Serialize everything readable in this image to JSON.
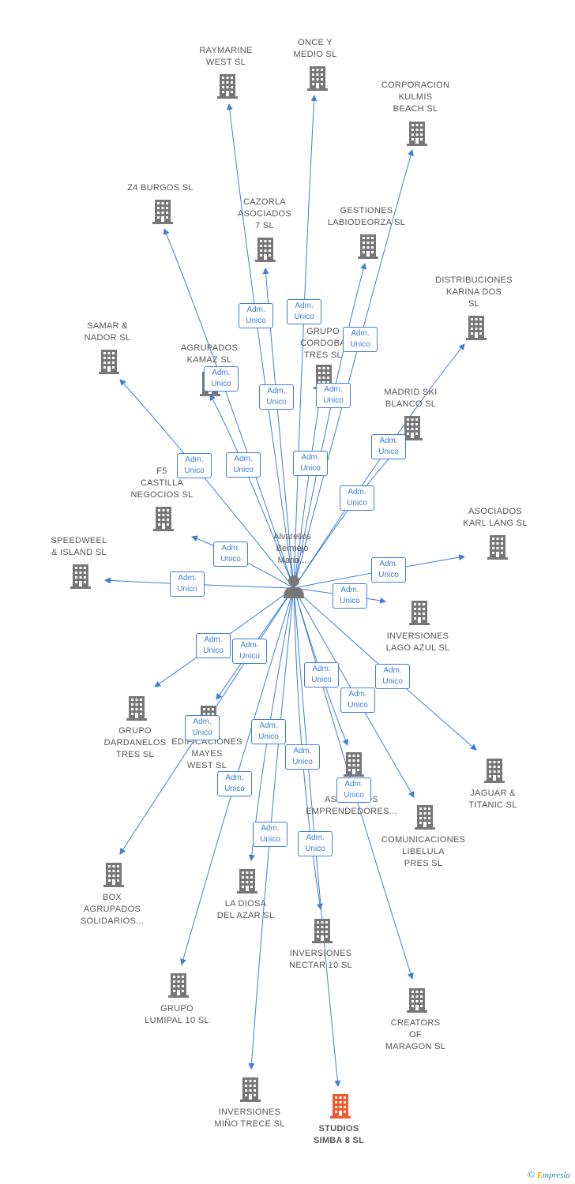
{
  "colors": {
    "edge": "#3d7fd6",
    "company": "#777777",
    "highlight": "#f05a28",
    "text": "#555555"
  },
  "center": {
    "name_lines": [
      "Alvarellos",
      "Bermejo",
      "Maria..."
    ],
    "icon": "person-icon"
  },
  "role_label_lines": [
    "Adm.",
    "Unico"
  ],
  "nodes": [
    {
      "id": "raymarine",
      "lines": [
        "RAYMARINE",
        "WEST SL"
      ],
      "icon": "building-icon"
    },
    {
      "id": "once",
      "lines": [
        "ONCE Y",
        "MEDIO  SL"
      ],
      "icon": "building-icon"
    },
    {
      "id": "kulmis",
      "lines": [
        "CORPORACION",
        "KULMIS",
        "BEACH SL"
      ],
      "icon": "building-icon"
    },
    {
      "id": "z4",
      "lines": [
        "Z4 BURGOS  SL"
      ],
      "icon": "building-icon"
    },
    {
      "id": "cazorla",
      "lines": [
        "CAZORLA",
        "ASOCIADOS",
        "7 SL"
      ],
      "icon": "building-icon"
    },
    {
      "id": "gestiones",
      "lines": [
        "GESTIONES",
        "LABIODEORZA SL"
      ],
      "icon": "building-icon"
    },
    {
      "id": "karina",
      "lines": [
        "DISTRIBUCIONES",
        "KARINA DOS",
        "SL"
      ],
      "icon": "building-icon"
    },
    {
      "id": "samar",
      "lines": [
        "SAMAR &",
        "NADOR SL"
      ],
      "icon": "building-icon"
    },
    {
      "id": "kamaz",
      "lines": [
        "AGRUPADOS",
        "KAMAZ  SL"
      ],
      "icon": "building-icon"
    },
    {
      "id": "cordoba",
      "lines": [
        "GRUPO",
        "CORDOBA",
        "TRES  SL"
      ],
      "icon": "building-icon"
    },
    {
      "id": "madridski",
      "lines": [
        "MADRID SKI",
        "BLANCO  SL"
      ],
      "icon": "building-icon"
    },
    {
      "id": "f5",
      "lines": [
        "F5",
        "CASTILLA",
        "NEGOCIOS  SL"
      ],
      "icon": "building-icon"
    },
    {
      "id": "karllang",
      "lines": [
        "ASOCIADOS",
        "KARL LANG SL"
      ],
      "icon": "building-icon"
    },
    {
      "id": "speedweel",
      "lines": [
        "SPEEDWEEL",
        "& ISLAND SL"
      ],
      "icon": "building-icon"
    },
    {
      "id": "lagoazul",
      "lines": [
        "INVERSIONES",
        "LAGO AZUL SL"
      ],
      "icon": "building-icon"
    },
    {
      "id": "dardanelos",
      "lines": [
        "GRUPO",
        "DARDANELOS",
        "TRES SL"
      ],
      "icon": "building-icon"
    },
    {
      "id": "mayes",
      "lines": [
        "EDIFICACIONES",
        "MAYES",
        "WEST SL"
      ],
      "icon": "building-icon"
    },
    {
      "id": "emprendedores",
      "lines": [
        "ASOCIADOS",
        "EMPRENDEDORES..."
      ],
      "icon": "building-icon"
    },
    {
      "id": "jaguar",
      "lines": [
        "JAGUAR &",
        "TITANIC  SL"
      ],
      "icon": "building-icon"
    },
    {
      "id": "libelula",
      "lines": [
        "COMUNICACIONES",
        "LIBELULA",
        "PRES SL"
      ],
      "icon": "building-icon"
    },
    {
      "id": "box",
      "lines": [
        "BOX",
        "AGRUPADOS",
        "SOLIDARIOS..."
      ],
      "icon": "building-icon"
    },
    {
      "id": "diosa",
      "lines": [
        "LA DIOSA",
        "DEL AZAR SL"
      ],
      "icon": "building-icon"
    },
    {
      "id": "nectar",
      "lines": [
        "INVERSIONES",
        "NECTAR 10 SL"
      ],
      "icon": "building-icon"
    },
    {
      "id": "lumipal",
      "lines": [
        "GRUPO",
        "LUMIPAL 10 SL"
      ],
      "icon": "building-icon"
    },
    {
      "id": "maragon",
      "lines": [
        "CREATORS",
        "OF",
        "MARAGON  SL"
      ],
      "icon": "building-icon"
    },
    {
      "id": "mino",
      "lines": [
        "INVERSIONES",
        "MIÑO TRECE SL"
      ],
      "icon": "building-icon"
    },
    {
      "id": "simba",
      "lines": [
        "STUDIOS",
        "SIMBA 8  SL"
      ],
      "icon": "building-icon",
      "highlight": true
    }
  ],
  "footer": {
    "copyright": "©",
    "brand_e": "E",
    "brand_rest": "mpresia"
  }
}
